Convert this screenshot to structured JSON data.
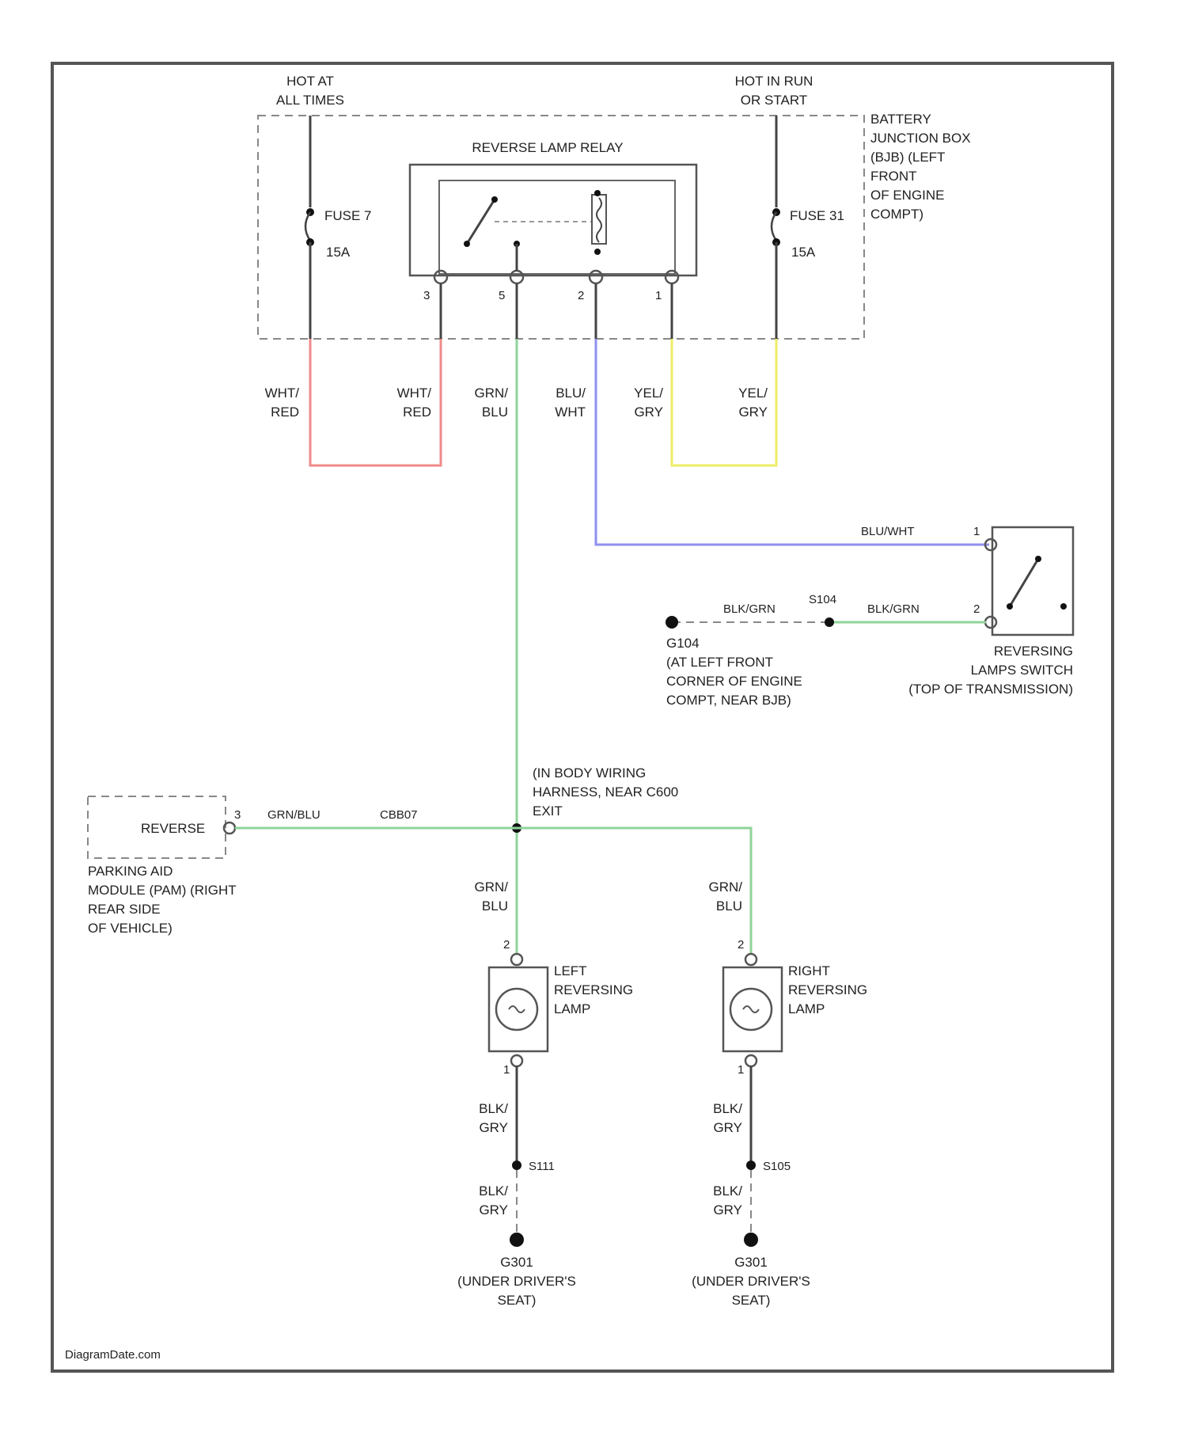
{
  "title": "",
  "watermark": "DiagramDate.com",
  "power": {
    "hot_at_all_times": [
      "HOT AT",
      "ALL TIMES"
    ],
    "hot_in_run": [
      "HOT IN RUN",
      "OR START"
    ]
  },
  "junction_box": [
    "BATTERY",
    "JUNCTION BOX",
    "(BJB) (LEFT",
    "FRONT",
    "OF ENGINE",
    "COMPT)"
  ],
  "fuse_left": {
    "name": "FUSE 7",
    "rating": "15A"
  },
  "fuse_right": {
    "name": "FUSE 31",
    "rating": "15A"
  },
  "relay": {
    "name": "REVERSE LAMP RELAY",
    "pins": [
      "3",
      "5",
      "2",
      "1"
    ]
  },
  "wire_colors": {
    "whtred": [
      "WHT/",
      "RED"
    ],
    "grnblu": [
      "GRN/",
      "BLU"
    ],
    "bluwht": [
      "BLU/",
      "WHT"
    ],
    "yelgry": [
      "YEL/",
      "GRY"
    ],
    "blkgry": [
      "BLK/",
      "GRY"
    ],
    "bluwht_inline": "BLU/WHT",
    "blkgrn_inline": "BLK/GRN",
    "grnblu_inline": "GRN/BLU"
  },
  "colors": {
    "red": "#f08a8a",
    "green": "#8fd49a",
    "blue": "#8f8ff0",
    "yellow": "#eded66",
    "black": "#444444"
  },
  "reverse_switch": {
    "label": [
      "REVERSING",
      "LAMPS SWITCH",
      "(TOP OF TRANSMISSION)"
    ],
    "pins": [
      "1",
      "2"
    ]
  },
  "ground_g104": {
    "id": "G104",
    "location": [
      "(AT LEFT FRONT",
      "CORNER OF ENGINE",
      "COMPT, NEAR BJB)"
    ],
    "splice": "S104"
  },
  "splice_body": [
    "(IN BODY WIRING",
    "HARNESS, NEAR C600",
    "EXIT"
  ],
  "parking_aid": {
    "box_label": "REVERSE",
    "pin": "3",
    "label": [
      "PARKING AID",
      "MODULE (PAM) (RIGHT",
      "REAR SIDE",
      "OF VEHICLE)"
    ],
    "circuit": "CBB07"
  },
  "left_lamp": {
    "label": [
      "LEFT",
      "REVERSING",
      "LAMP"
    ],
    "pin_top": "2",
    "pin_bottom": "1",
    "splice": "S111"
  },
  "right_lamp": {
    "label": [
      "RIGHT",
      "REVERSING",
      "LAMP"
    ],
    "pin_top": "2",
    "pin_bottom": "1",
    "splice": "S105"
  },
  "ground_left": {
    "id": "G301",
    "location": [
      "(UNDER DRIVER'S",
      "SEAT)"
    ]
  },
  "ground_right": {
    "id": "G301",
    "location": [
      "(UNDER DRIVER'S",
      "SEAT)"
    ]
  }
}
